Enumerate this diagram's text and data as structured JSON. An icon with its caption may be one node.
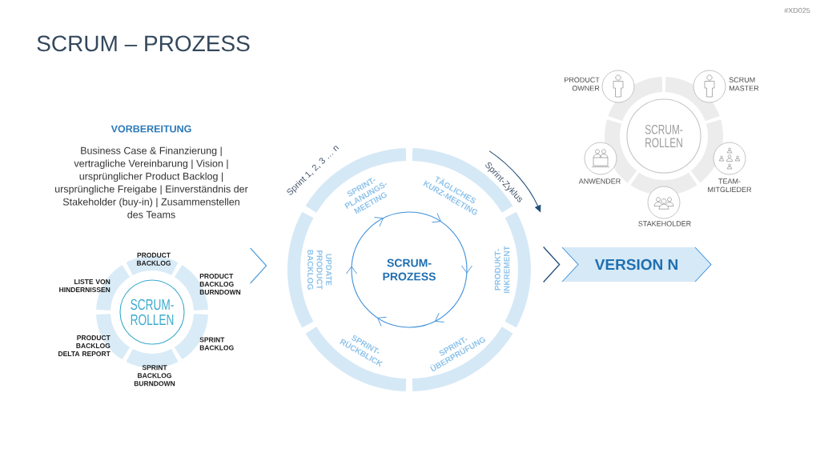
{
  "diagram": {
    "title": "SCRUM – PROZESS",
    "nodes": [
      {
        "text": [
          "SCRUM- ROLLEN"
        ]
      },
      {
        "text": [
          "PRODUCT BACKLOG"
        ]
      },
      {
        "text": [
          "PRODUCT BACKLOG BURNDOWN"
        ]
      },
      {
        "text": [
          "SPRINT BACKLOG"
        ]
      },
      {
        "text": [
          "SPRINT BACKLOG BURNDOWN"
        ]
      },
      {
        "text": [
          "PRODUCT BACKLOG DELTA REPORT"
        ]
      },
      {
        "text": [
          "LISTE VON HINDERNISSEN"
        ]
      },
      {
        "text": [
          "SCRUM- PROZESS"
        ]
      },
      {
        "text": [
          "SPRINT- PLANUNGS- MEETING"
        ]
      },
      {
        "text": [
          "TÄGLICHES KURZ-MEETING"
        ]
      },
      {
        "text": [
          "PRODUKT- INKREMENT"
        ]
      },
      {
        "text": [
          "SPRINT- ÜBERPRÜFUNG"
        ]
      },
      {
        "text": [
          "SPRINT- RÜCKBLICK"
        ]
      },
      {
        "text": [
          "UPDATE PRODUCT BACKLOG"
        ]
      },
      {
        "text": [
          "SCRUM- ROLLEN"
        ]
      },
      {
        "text": [
          "PRODUCT OWNER"
        ]
      },
      {
        "text": [
          "SCRUM MASTER"
        ]
      },
      {
        "text": [
          "ANWENDER"
        ]
      },
      {
        "text": [
          "TEAM- MITGLIEDER"
        ]
      },
      {
        "text": [
          "STAKEHOLDER"
        ]
      },
      {
        "text": [
          "VERSION N"
        ]
      }
    ],
    "edges": [
      {
        "from": 2,
        "to": 13,
        "arrow": "to",
        "color": "#5ba6df"
      },
      {
        "from": 10,
        "to": 20,
        "arrow": "to",
        "color": "#1f4e79"
      }
    ],
    "labels": [
      "#XD025",
      "VORBEREITUNG",
      "Business Case & Finanzierung | vertragliche Vereinbarung | Vision | ursprünglicher Product Backlog | ursprüngliche Freigabe | Einverständnis der Stakeholder (buy-in) | Zusammenstellen des Teams",
      "Sprint 1, 2, 3 … n",
      "Sprint-Zyklus"
    ]
  }
}
